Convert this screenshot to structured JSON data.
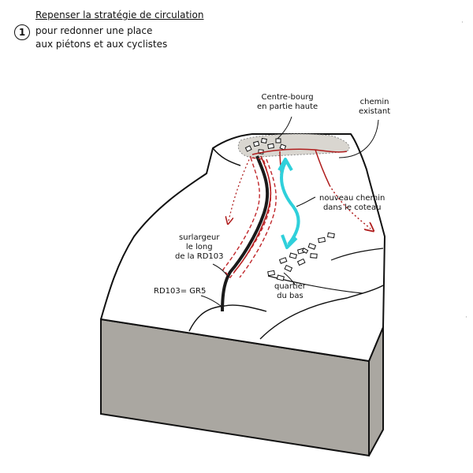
{
  "heading": {
    "number": "1",
    "title": "Repenser la stratégie de circulation",
    "line2": "pour redonner une place",
    "line3": "aux piétons et aux cyclistes"
  },
  "labels": {
    "centre_bourg": [
      "Centre-bourg",
      "en partie haute"
    ],
    "chemin_existant": [
      "chemin",
      "existant"
    ],
    "nouveau_chemin": [
      "nouveau chemin",
      "dans le coteau"
    ],
    "surlargeur": [
      "surlargeur",
      "le long",
      "de la RD103"
    ],
    "rd103_gr5": "RD103= GR5",
    "quartier": [
      "quartier",
      "du bas"
    ]
  },
  "colors": {
    "front_face": "#aaa7a1",
    "road": "#1a1a1a",
    "red_path": "#b01e1e",
    "dashed_red": "#c0262a",
    "cyan_arrow": "#2fd0db",
    "village_shade": "#d9d6d0"
  }
}
